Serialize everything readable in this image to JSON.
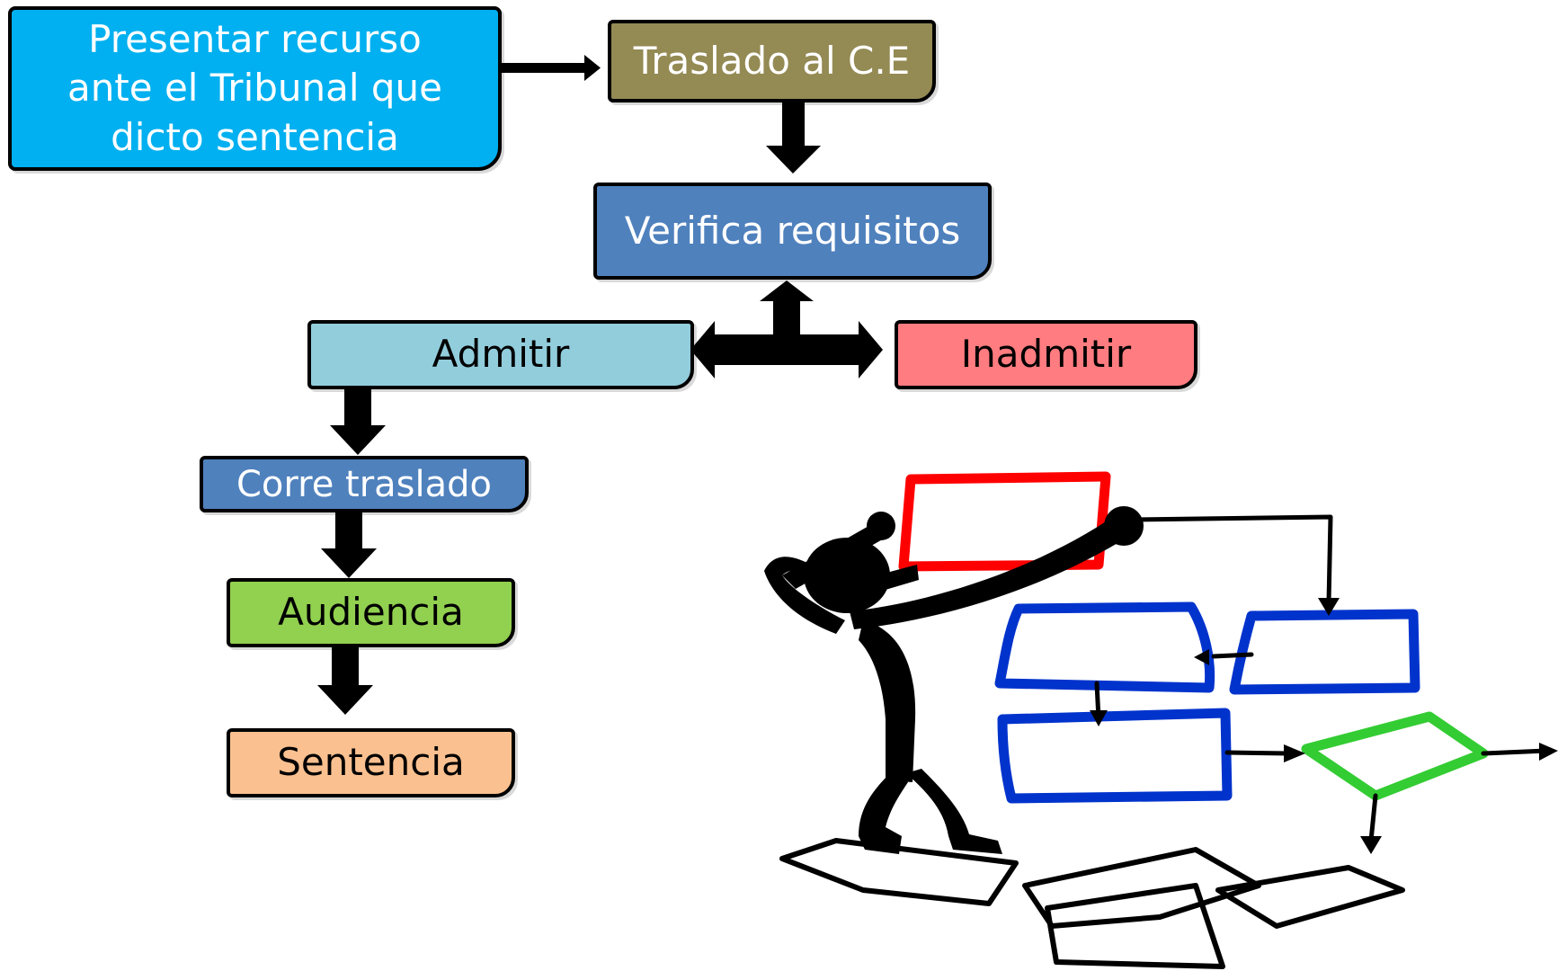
{
  "diagram": {
    "nodes": {
      "presentar": {
        "label": "Presentar recurso ante el Tribunal que dicto sentencia",
        "color": "#00B0F0",
        "text_color": "#ffffff"
      },
      "traslado_ce": {
        "label": "Traslado al C.E",
        "color": "#948A54",
        "text_color": "#ffffff"
      },
      "verifica": {
        "label": "Verifica requisitos",
        "color": "#4F81BD",
        "text_color": "#ffffff"
      },
      "admitir": {
        "label": "Admitir",
        "color": "#92CDDC",
        "text_color": "#000000"
      },
      "inadmitir": {
        "label": "Inadmitir",
        "color": "#FF7C80",
        "text_color": "#000000"
      },
      "corre_traslado": {
        "label": "Corre traslado",
        "color": "#4F81BD",
        "text_color": "#ffffff"
      },
      "audiencia": {
        "label": "Audiencia",
        "color": "#92D050",
        "text_color": "#000000"
      },
      "sentencia": {
        "label": "Sentencia",
        "color": "#FAC090",
        "text_color": "#000000"
      }
    },
    "edges": [
      {
        "from": "presentar",
        "to": "traslado_ce"
      },
      {
        "from": "traslado_ce",
        "to": "verifica"
      },
      {
        "from": "verifica",
        "to": "admitir"
      },
      {
        "from": "verifica",
        "to": "inadmitir"
      },
      {
        "from": "admitir",
        "to": "corre_traslado"
      },
      {
        "from": "corre_traslado",
        "to": "audiencia"
      },
      {
        "from": "audiencia",
        "to": "sentencia"
      }
    ]
  },
  "illustration": {
    "icon": "person-holding-flowchart-icon",
    "colors": {
      "red": "#FF0000",
      "blue": "#0033CC",
      "green": "#33CC33"
    }
  }
}
